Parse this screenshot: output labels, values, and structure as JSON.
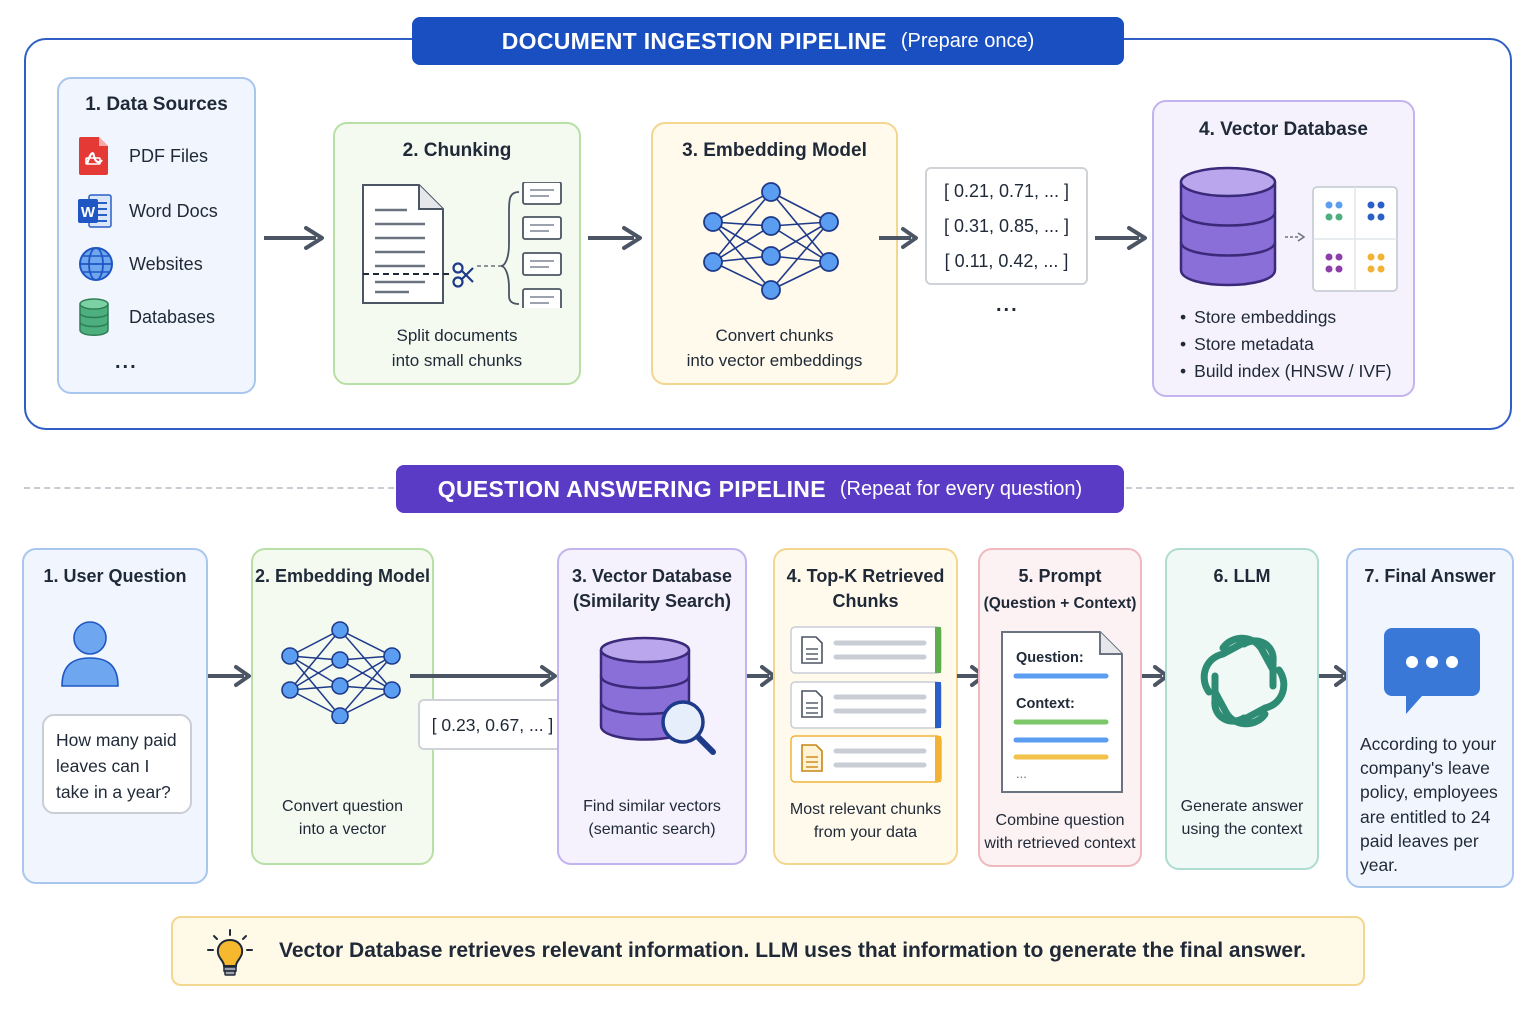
{
  "ingestion": {
    "banner_title": "DOCUMENT INGESTION PIPELINE",
    "banner_subtitle": "(Prepare once)",
    "sources": {
      "title": "1. Data Sources",
      "items": [
        "PDF Files",
        "Word Docs",
        "Websites",
        "Databases"
      ],
      "more": "..."
    },
    "chunking": {
      "title": "2. Chunking",
      "caption": "Split documents\ninto small chunks"
    },
    "embedding": {
      "title": "3. Embedding Model",
      "caption": "Convert chunks\ninto vector embeddings"
    },
    "vectors": {
      "rows": [
        "[ 0.21, 0.71, ... ]",
        "[ 0.31, 0.85, ... ]",
        "[ 0.11, 0.42, ... ]"
      ],
      "more": "..."
    },
    "vector_db": {
      "title": "4. Vector Database",
      "bullets": [
        "Store embeddings",
        "Store metadata",
        "Build index (HNSW / IVF)"
      ]
    }
  },
  "qa": {
    "banner_title": "QUESTION ANSWERING PIPELINE",
    "banner_subtitle": "(Repeat for every question)",
    "user_question": {
      "title": "1. User Question",
      "text": "How many paid leaves can I take in a year?"
    },
    "embedding": {
      "title": "2. Embedding Model",
      "caption": "Convert question\ninto a vector",
      "vector": "[ 0.23, 0.67, ... ]"
    },
    "vector_db": {
      "title": "3. Vector Database\n(Similarity Search)",
      "caption": "Find similar vectors\n(semantic search)"
    },
    "topk": {
      "title": "4. Top-K Retrieved\nChunks",
      "caption": "Most relevant chunks\nfrom your data"
    },
    "prompt": {
      "title": "5. Prompt",
      "subtitle": "(Question + Context)",
      "question_label": "Question:",
      "context_label": "Context:",
      "ellipsis": "...",
      "caption": "Combine question\nwith retrieved context"
    },
    "llm": {
      "title": "6. LLM",
      "caption": "Generate answer\nusing the context"
    },
    "final": {
      "title": "7. Final Answer",
      "text": "According to your company's leave policy, employees are entitled to 24 paid leaves per year."
    }
  },
  "tip": {
    "text": "Vector Database retrieves relevant information. LLM uses that information to generate the final answer."
  },
  "colors": {
    "ingest_banner": "#1a4fc2",
    "qa_banner": "#5a3bc6",
    "network_node": "#5b9df0",
    "network_edge": "#1e3a8a",
    "database": "#8b6fd8",
    "llm": "#2e8b74",
    "chat_bubble": "#3a78d8"
  }
}
